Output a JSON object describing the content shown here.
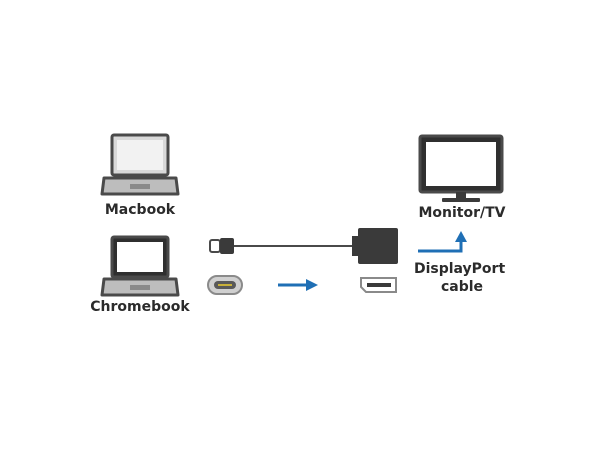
{
  "devices": {
    "macbook": {
      "label": "Macbook",
      "icon": "laptop-icon"
    },
    "chromebook": {
      "label": "Chromebook",
      "icon": "laptop-icon"
    },
    "monitor": {
      "label": "Monitor/TV",
      "icon": "monitor-icon"
    }
  },
  "cable": {
    "label_line1": "DisplayPort",
    "label_line2": "cable"
  },
  "colors": {
    "arrow": "#1f6fb5",
    "outline": "#4a4a4a",
    "screen": "#ffffff",
    "body_fill": "#a7a7a7",
    "adapter": "#3a3a3a"
  }
}
